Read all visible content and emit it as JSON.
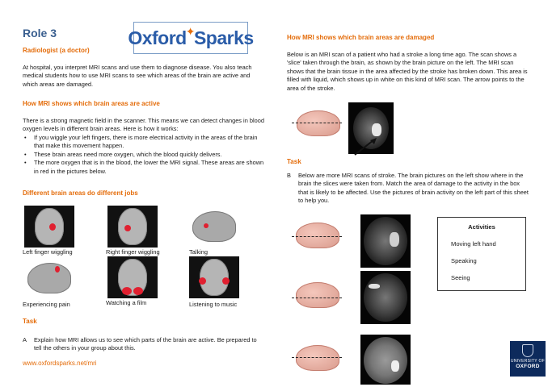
{
  "left": {
    "role_title": "Role 3",
    "role_subtitle": "Radiologist (a doctor)",
    "intro": "At hospital, you interpret MRI scans and use them to diagnose disease. You also teach medical students how to use MRI scans to see which areas of the brain are active and which areas are damaged.",
    "active_heading": "How MRI shows which brain areas are active",
    "active_text": "There is a strong magnetic field in the scanner. This means we can detect changes in blood oxygen levels in different brain areas. Here is how it works:",
    "bullets": [
      "If you wiggle your left fingers, there is more electrical activity in the areas of the brain that make this movement happen.",
      "These brain areas need more oxygen, which the blood quickly delivers.",
      "The more oxygen that is in the blood, the lower the MRI signal. These areas are shown in red in the pictures below."
    ],
    "jobs_heading": "Different brain areas do different jobs",
    "captions": [
      "Left finger wiggling",
      "Right finger wiggling",
      "Talking",
      "Experiencing pain",
      "Watching a film",
      "Listening to music"
    ],
    "task_heading": "Task",
    "task_letter": "A",
    "task_text": "Explain how MRI allows us to see which parts of the brain are active. Be prepared to tell the others in your group about this.",
    "url": "www.oxfordsparks.net/mri"
  },
  "logo": {
    "part1": "Oxford",
    "star": "✦",
    "part2": "Sparks"
  },
  "right": {
    "damaged_heading": "How MRI shows which brain areas are damaged",
    "damaged_text": "Below is an MRI scan of a patient who had a stroke a long time ago. The scan shows a 'slice' taken through the brain, as shown by the brain picture on the left. The MRI scan shows that the brain tissue in the area affected by the stroke has broken down. This area is filled with liquid, which shows up in white on this kind of MRI scan. The arrow points to the area of the stroke.",
    "task_heading": "Task",
    "task_letter": "B",
    "task_text": "Below are more MRI scans of stroke. The brain pictures on the left show where in the brain the slices were taken from. Match the area of damage to the activity in the box that is likely to be affected. Use the pictures of brain activity on the left part of this sheet to help you.",
    "activities_title": "Activities",
    "activities": [
      "Moving left hand",
      "Speaking",
      "Seeing"
    ]
  },
  "crest": {
    "line1": "UNIVERSITY OF",
    "line2": "OXFORD"
  },
  "colors": {
    "heading_orange": "#e46c0a",
    "title_blue": "#3a5f8f",
    "activity_red": "#e02030",
    "oxford_blue": "#0d2a5c"
  }
}
